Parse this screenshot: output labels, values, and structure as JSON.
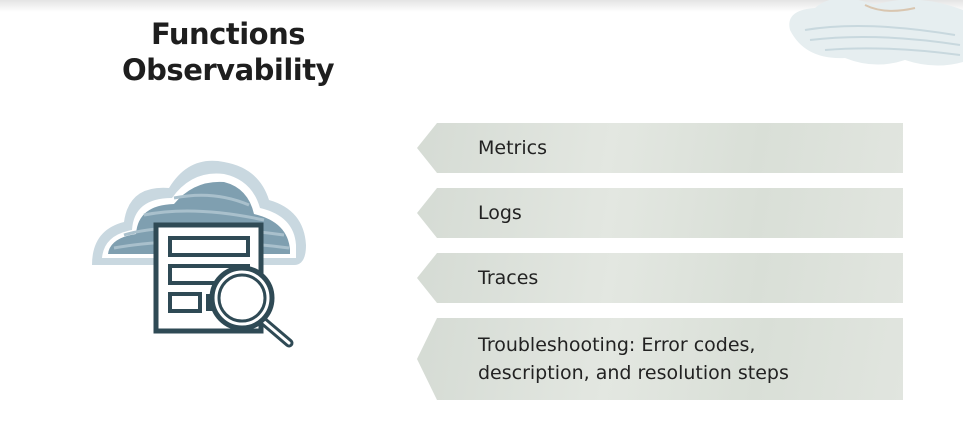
{
  "title_line1": "Functions",
  "title_line2": "Observability",
  "items": [
    {
      "label": "Metrics"
    },
    {
      "label": "Logs"
    },
    {
      "label": "Traces"
    },
    {
      "label": "Troubleshooting: Error codes, description, and resolution steps"
    }
  ],
  "colors": {
    "banner": "#dde2db",
    "icon_dark": "#2f4a55",
    "cloud": "#7f9fb0"
  }
}
